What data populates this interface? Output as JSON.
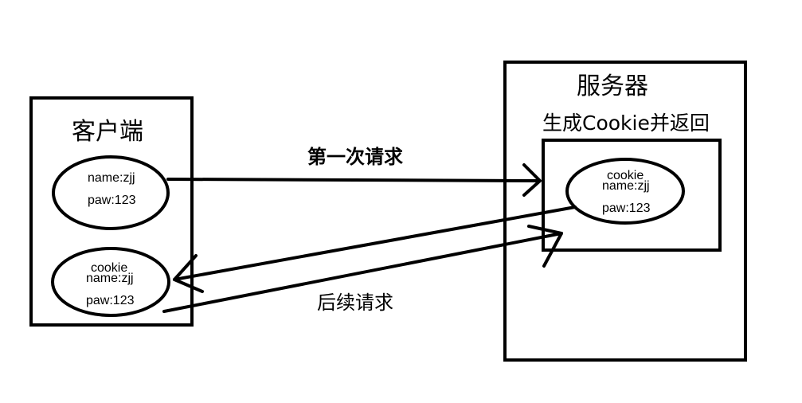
{
  "client": {
    "title": "客户端",
    "first_ellipse": {
      "line1": "name:zjj",
      "line2": "paw:123"
    },
    "second_ellipse": {
      "line0": "cookie",
      "line1": "name:zjj",
      "line2": "paw:123"
    }
  },
  "server": {
    "title": "服务器",
    "subtitle": "生成Cookie并返回",
    "ellipse": {
      "line0": "cookie",
      "line1": "name:zjj",
      "line2": "paw:123"
    }
  },
  "arrows": {
    "first_request": "第一次请求",
    "subsequent_request": "后续请求"
  },
  "colors": {
    "stroke": "#000000",
    "background": "#ffffff"
  }
}
